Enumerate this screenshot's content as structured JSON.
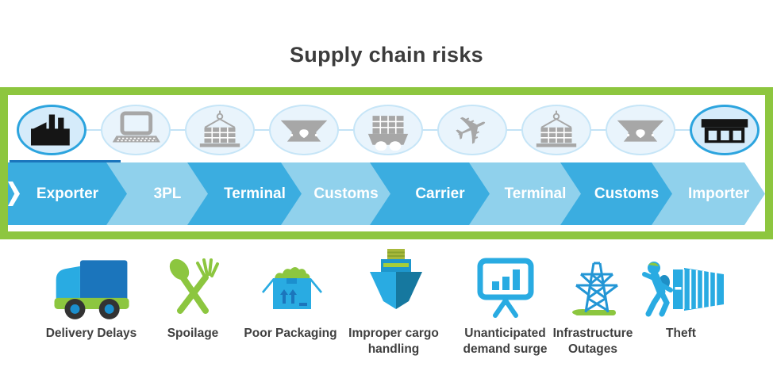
{
  "title": "Supply chain risks",
  "flow": {
    "stages": [
      {
        "label": "Exporter",
        "shade": "dark",
        "icon": "factory",
        "highlighted": true
      },
      {
        "label": "3PL",
        "shade": "light",
        "icon": "laptop",
        "highlighted": false
      },
      {
        "label": "Terminal",
        "shade": "dark",
        "icon": "container-crane",
        "highlighted": false
      },
      {
        "label": "Customs",
        "shade": "light",
        "icon": "customs-dock",
        "highlighted": false
      },
      {
        "label": "Carrier",
        "shade": "dark",
        "icon": "container-ship-and-airplane",
        "highlighted": false
      },
      {
        "label": "Terminal",
        "shade": "light",
        "icon": "container-crane",
        "highlighted": false
      },
      {
        "label": "Customs",
        "shade": "dark",
        "icon": "customs-dock",
        "highlighted": false
      },
      {
        "label": "Importer",
        "shade": "light",
        "icon": "warehouse",
        "highlighted": true
      }
    ]
  },
  "risks": [
    {
      "label": "Delivery Delays",
      "icon": "delivery-truck"
    },
    {
      "label": "Spoilage",
      "icon": "crossed-cutlery"
    },
    {
      "label": "Poor Packaging",
      "icon": "open-box"
    },
    {
      "label": "Improper cargo handling",
      "icon": "cargo-ship"
    },
    {
      "label": "Unanticipated demand surge",
      "icon": "presentation-bar-chart"
    },
    {
      "label": "Infrastructure Outages",
      "icon": "transmission-tower"
    },
    {
      "label": "Theft",
      "icon": "container-theft"
    }
  ],
  "colors": {
    "accent_green": "#8DC63F",
    "chevron_dark": "#3BADE0",
    "chevron_light": "#90D1EC",
    "icon_blue": "#29ABE2",
    "icon_dark_blue": "#1B75BC",
    "icon_gray": "#A7A7A7",
    "icon_black": "#151515",
    "title_text": "#3C3C3C",
    "chevron_text": "#FFFFFF"
  }
}
